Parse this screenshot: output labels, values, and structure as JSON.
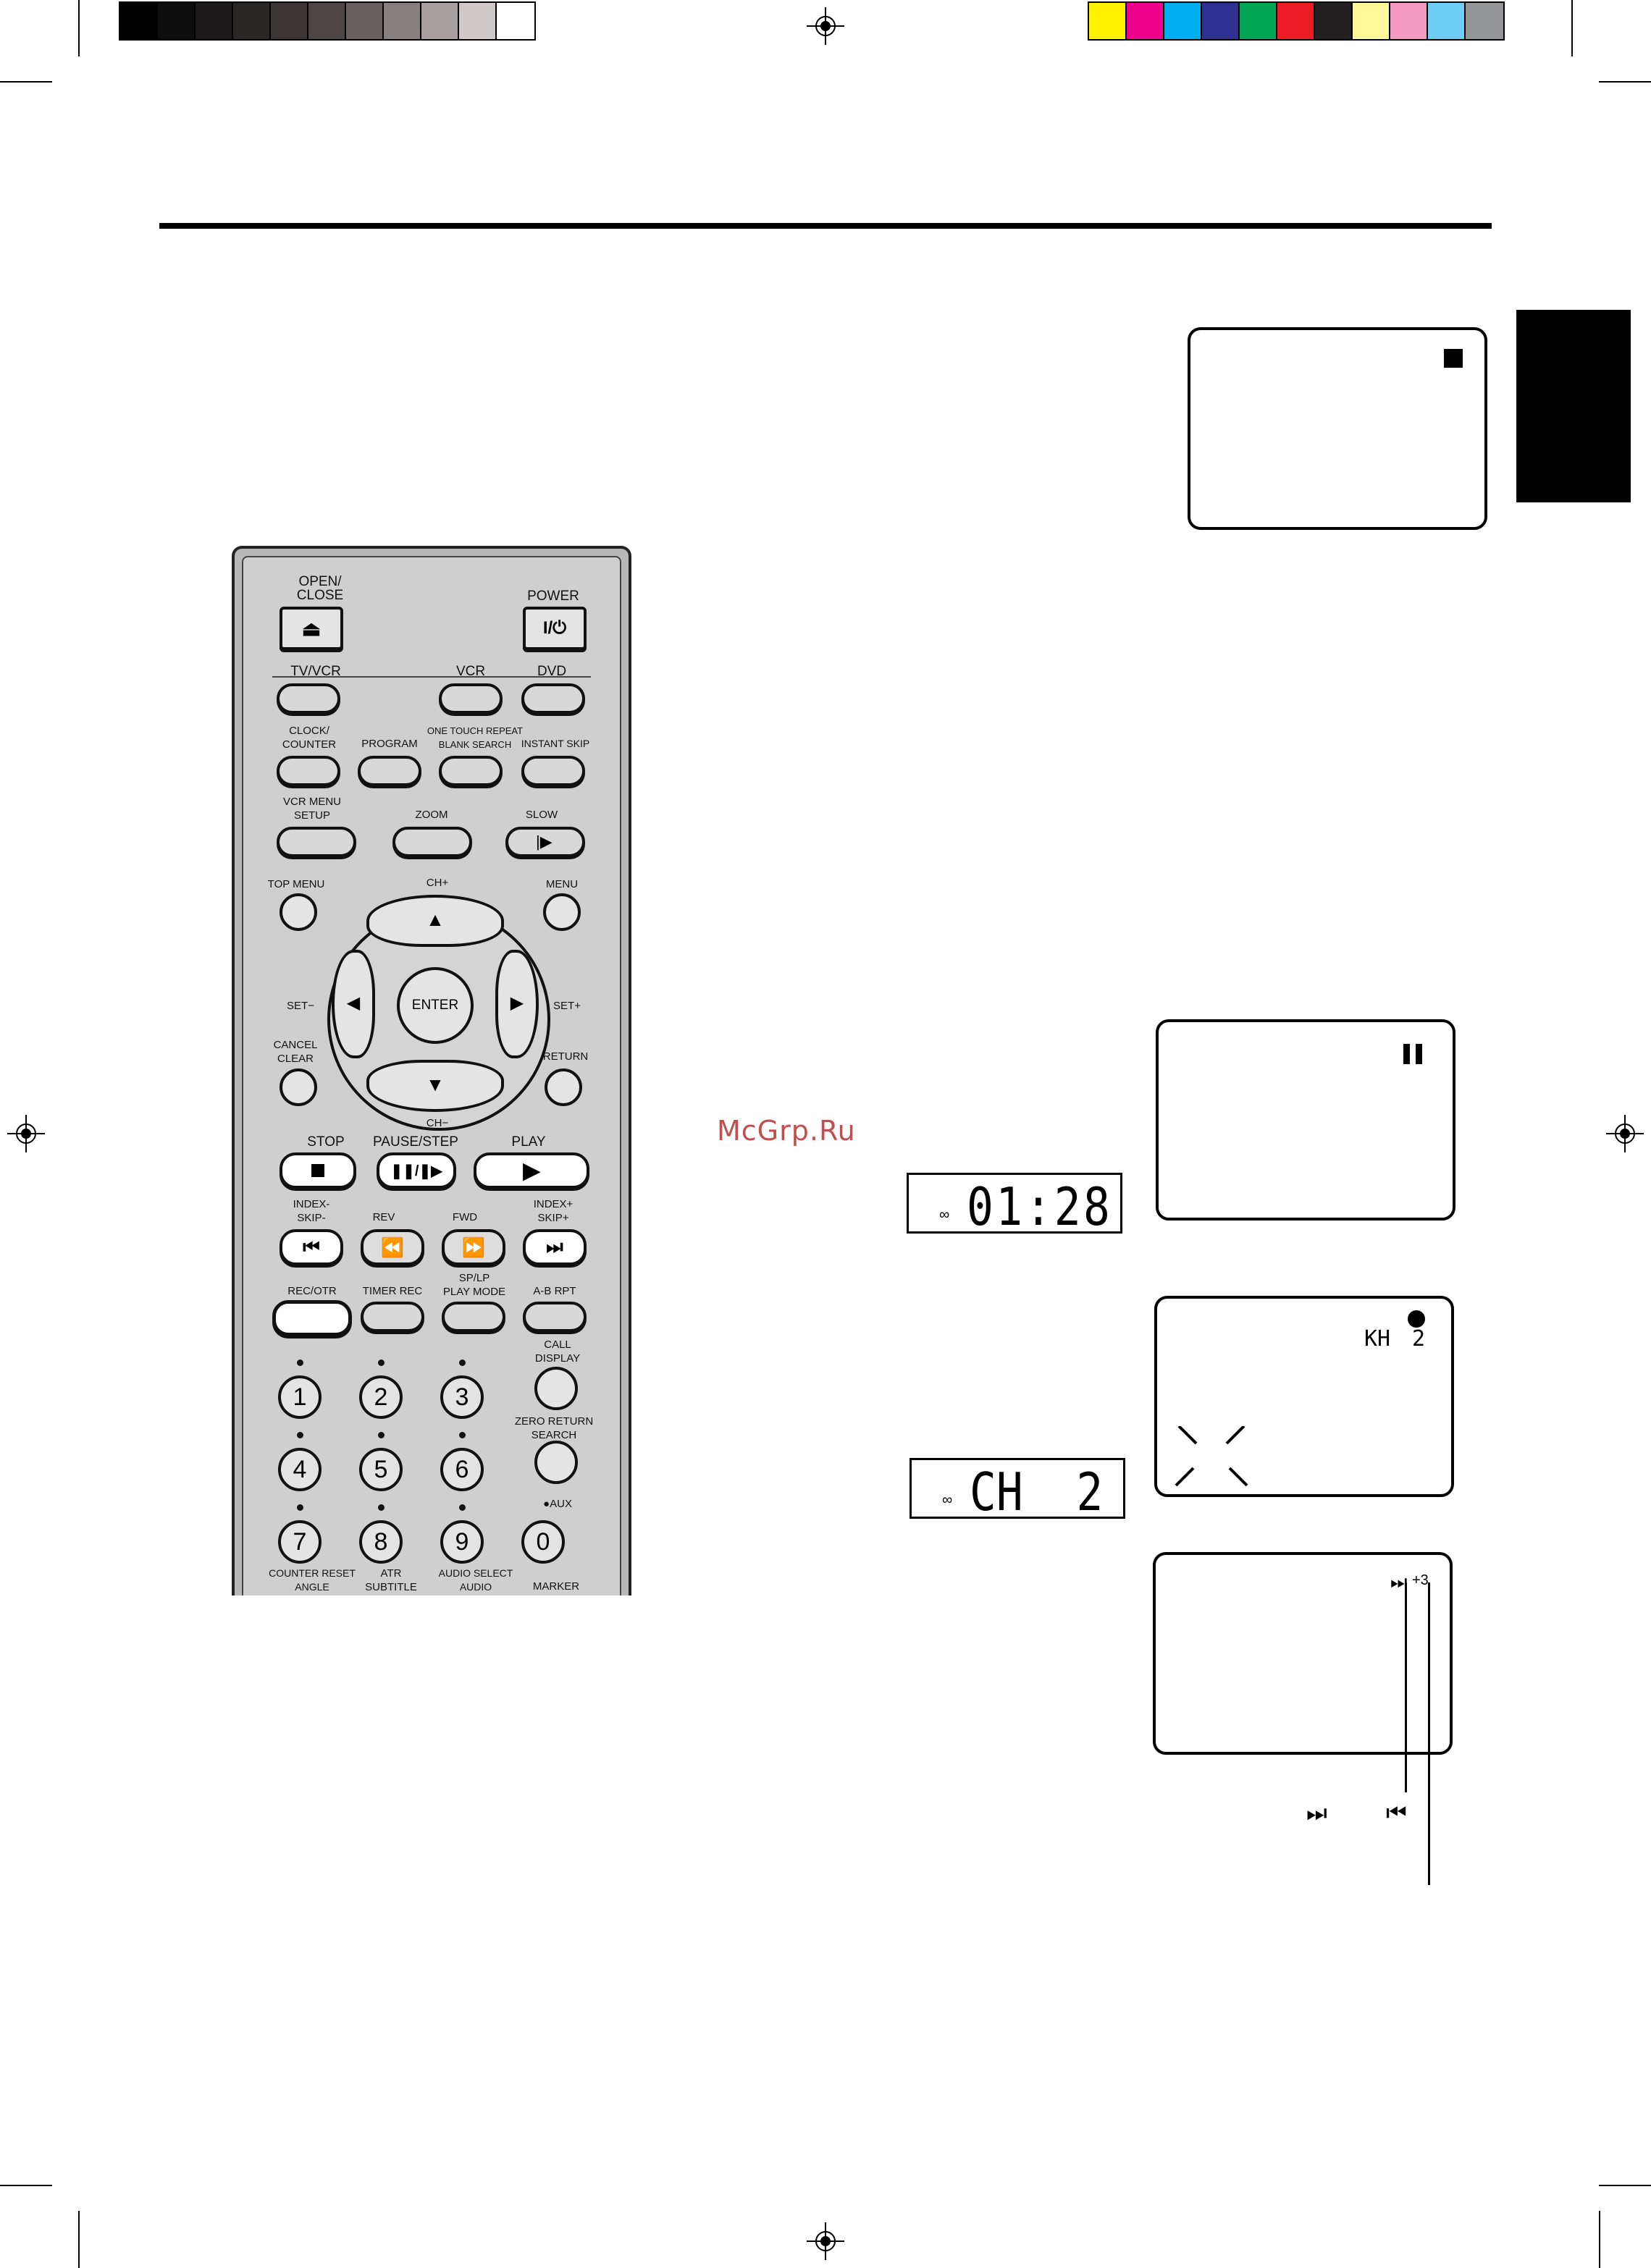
{
  "gray_bars": [
    "#000000",
    "#0e0e0e",
    "#1c1a1a",
    "#2a2626",
    "#3a3434",
    "#4d4646",
    "#676060",
    "#878080",
    "#a79f9f",
    "#cfc9c9",
    "#ffffff"
  ],
  "color_bars": [
    "#fff200",
    "#ec008c",
    "#00aeef",
    "#2e3192",
    "#00a651",
    "#ed1c24",
    "#231f20",
    "#fff799",
    "#f49ac1",
    "#6dcff6",
    "#939598"
  ],
  "watermark": "McGrp.Ru",
  "screens": {
    "stop": {
      "icon": "stop-square-icon"
    },
    "pause": {
      "icon": "pause-icon"
    },
    "channel": {
      "station": "KH",
      "number": "2",
      "icon": "record-dot-icon"
    },
    "skip": {
      "icon": "skip-forward-icon",
      "count": "+3"
    }
  },
  "lcd": {
    "counter": "01:28",
    "channel": "CH  2",
    "tape_icon": "tape-icon"
  },
  "skip_legend": {
    "forward_icon": "skip-forward-icon",
    "back_icon": "skip-back-icon"
  },
  "remote": {
    "open_close": "OPEN/\nCLOSE",
    "power": "POWER",
    "tv_vcr": "TV/VCR",
    "vcr": "VCR",
    "dvd": "DVD",
    "clock_counter": "CLOCK/\nCOUNTER",
    "program": "PROGRAM",
    "one_touch_repeat": "ONE TOUCH REPEAT\nBLANK SEARCH",
    "instant_skip": "INSTANT SKIP",
    "vcr_menu_setup": "VCR MENU\nSETUP",
    "zoom": "ZOOM",
    "slow": "SLOW",
    "top_menu": "TOP MENU",
    "ch_plus": "CH+",
    "menu": "MENU",
    "set_minus": "SET−",
    "enter": "ENTER",
    "set_plus": "SET+",
    "cancel_clear": "CANCEL\nCLEAR",
    "return": "RETURN",
    "ch_minus": "CH−",
    "stop": "STOP",
    "pause_step": "PAUSE/STEP",
    "play": "PLAY",
    "index_skip_minus": "INDEX-\nSKIP-",
    "rev": "REV",
    "fwd": "FWD",
    "index_skip_plus": "INDEX+\nSKIP+",
    "rec_otr": "REC/OTR",
    "timer_rec": "TIMER REC",
    "sp_lp": "SP/LP\nPLAY MODE",
    "a_b_rpt": "A-B RPT",
    "call_display": "CALL\nDISPLAY",
    "zero_return": "ZERO RETURN\nSEARCH",
    "aux": "●AUX",
    "counter_reset": "COUNTER RESET\nANGLE",
    "atr_subtitle": "ATR\nSUBTITLE",
    "audio_select": "AUDIO SELECT\nAUDIO",
    "marker": "MARKER",
    "digits": [
      "1",
      "2",
      "3",
      "4",
      "5",
      "6",
      "7",
      "8",
      "9",
      "0"
    ]
  }
}
